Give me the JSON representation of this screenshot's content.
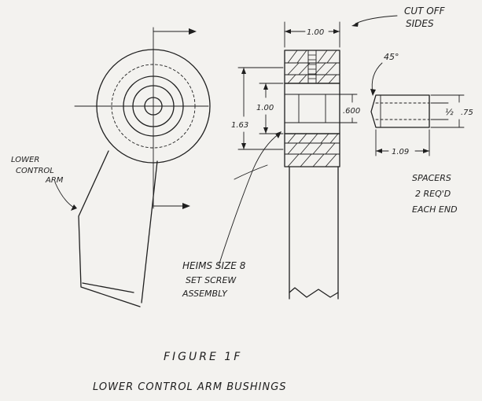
{
  "labels": {
    "cut_off_line1": "CUT OFF",
    "cut_off_line2": "SIDES",
    "dim_width": "1.00",
    "angle": "45°",
    "dim_height_outer": "1.63",
    "dim_height_inner": "1.00",
    "dim_bore": ".600",
    "dim_half": "½",
    "dim_spacer_dia": ".75",
    "dim_spacer_len": "1.09",
    "lower_line1": "LOWER",
    "lower_line2": "CONTROL",
    "lower_line3": "ARM",
    "spacers_line1": "SPACERS",
    "spacers_line2": "2 REQ'D",
    "spacers_line3": "EACH END",
    "heims_line1": "HEIMS SIZE 8",
    "heims_line2": "SET SCREW",
    "heims_line3": "ASSEMBLY",
    "figure": "FIGURE  1F",
    "caption": "LOWER  CONTROL  ARM  BUSHINGS"
  }
}
